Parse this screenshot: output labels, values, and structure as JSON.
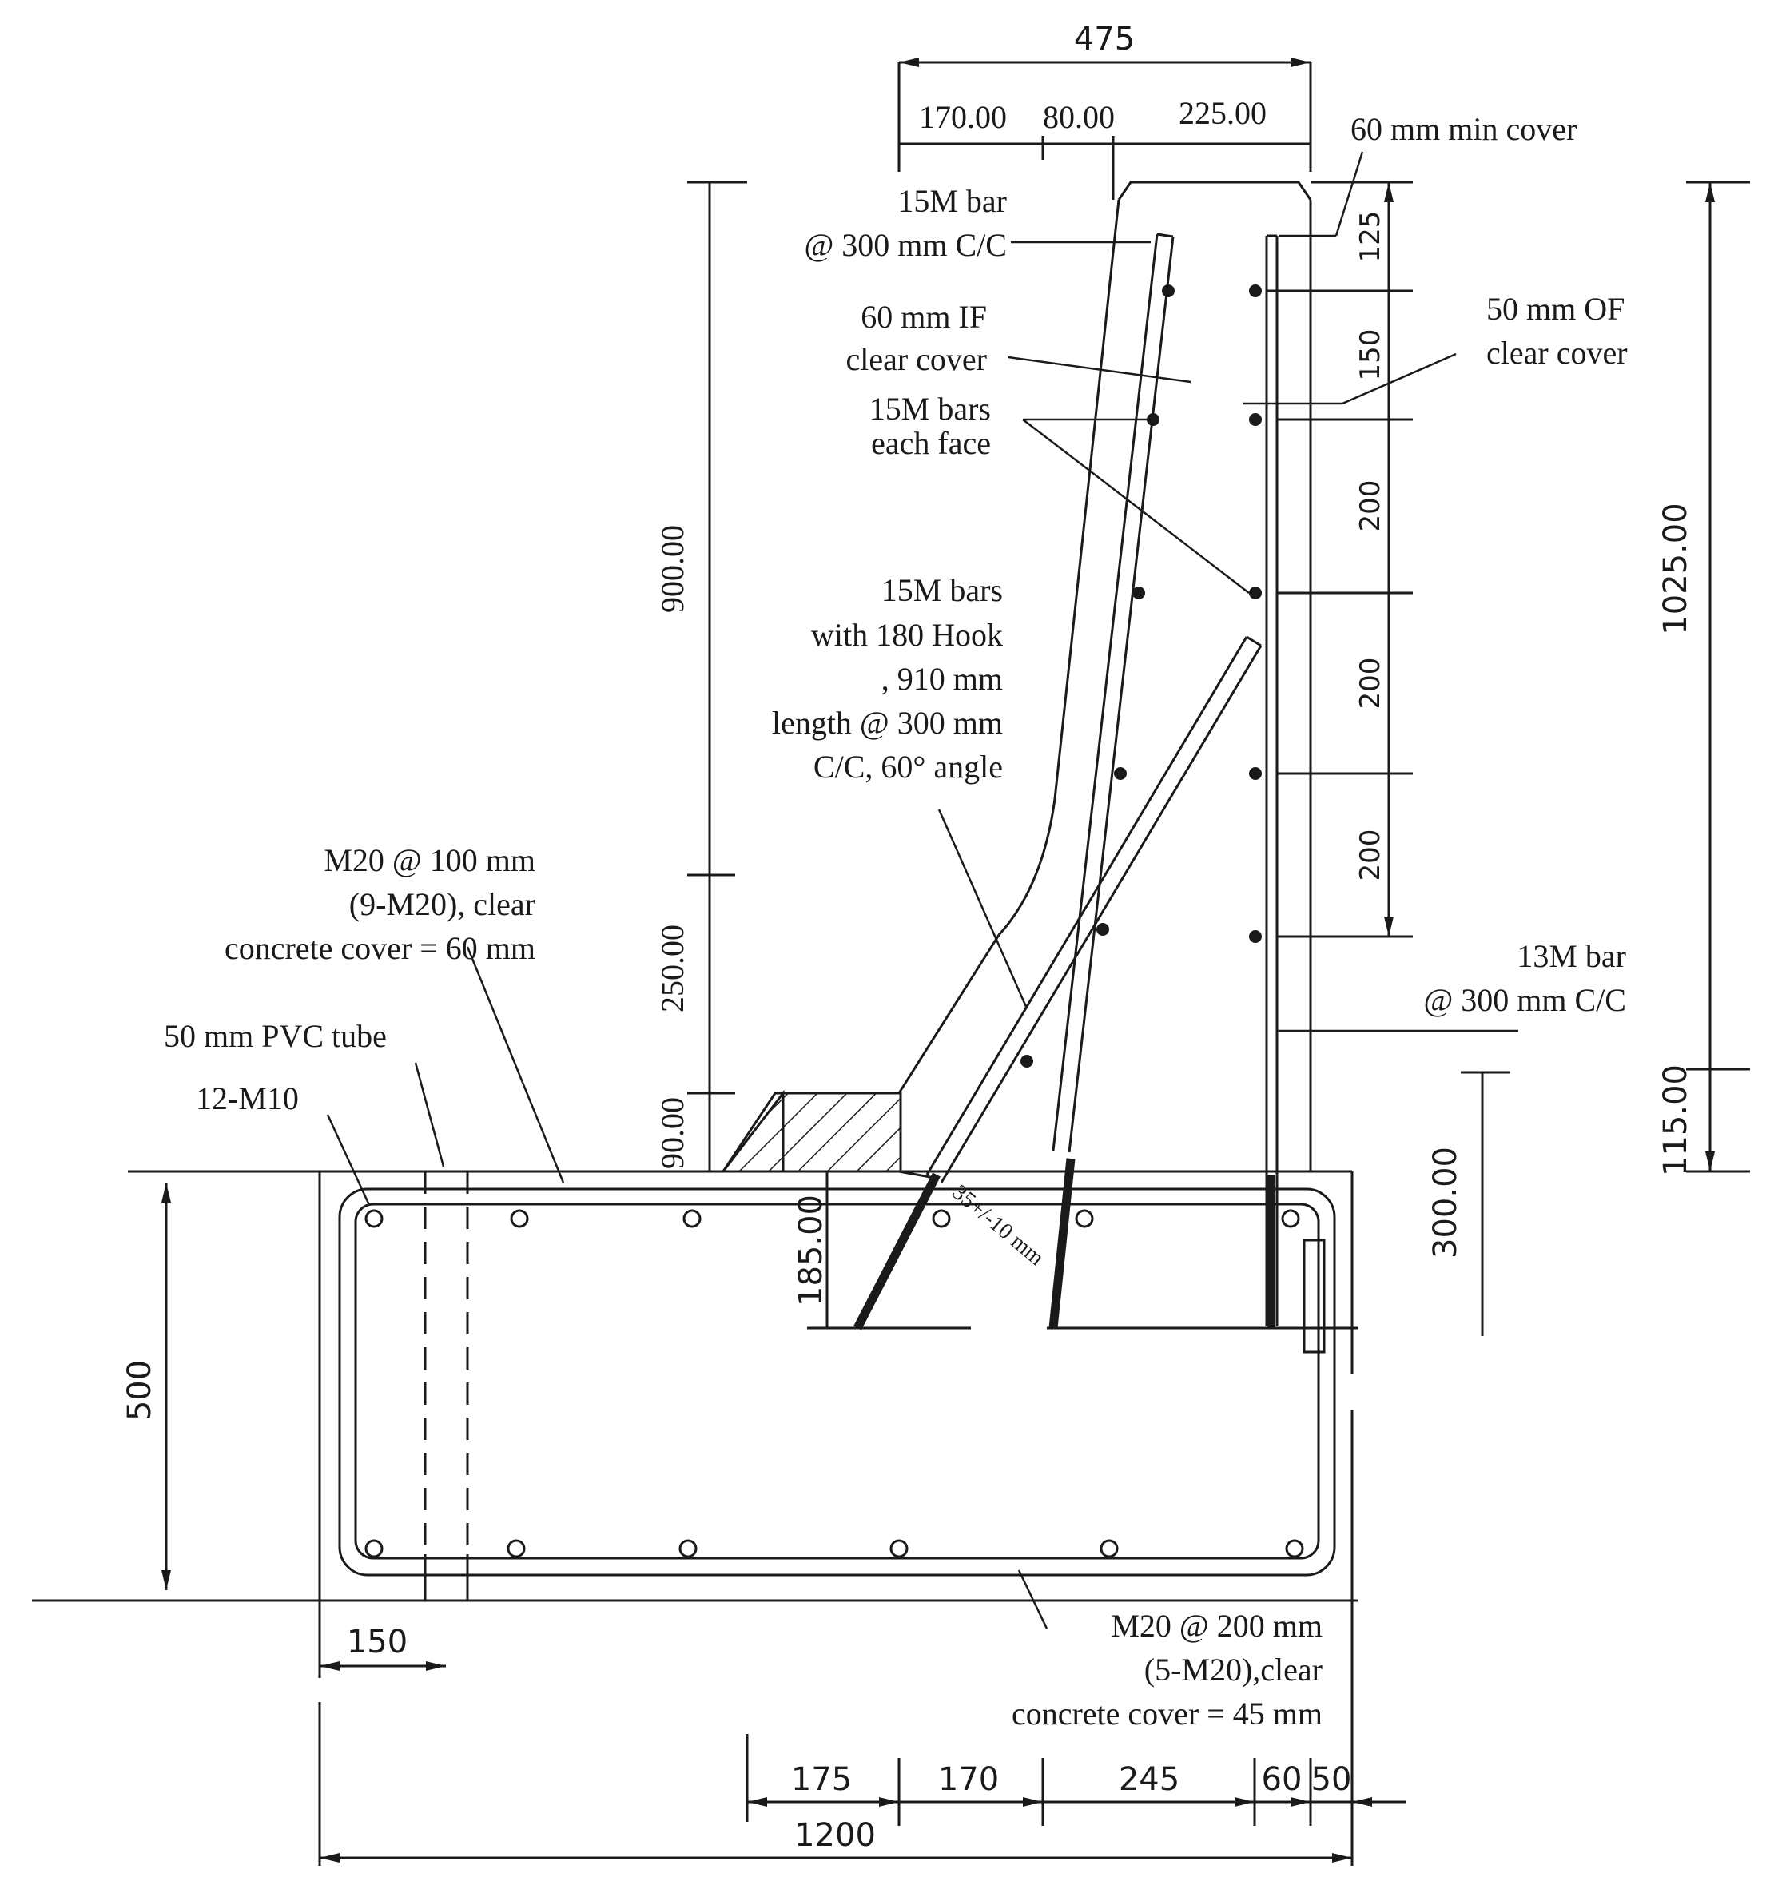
{
  "dimensions": {
    "top_total": "475",
    "top_part_1": "170.00",
    "top_part_2": "80.00",
    "top_part_3": "225.00",
    "wall_height": "900.00",
    "slope_height": "250.00",
    "curb_height": "90.00",
    "total_height": "1025.00",
    "base_height": "115.00",
    "anchor_depth": "300.00",
    "embed_depth": "185.00",
    "slab_thickness": "500",
    "tube_offset": "150",
    "bottom_1": "175",
    "bottom_2": "170",
    "bottom_3": "245",
    "bottom_4": "60",
    "bottom_5": "50",
    "overall_width": "1200",
    "spacing_1": "125",
    "spacing_2": "150",
    "spacing_3": "200",
    "spacing_4": "200",
    "spacing_5": "200",
    "angle_tolerance": "35+/-10 mm"
  },
  "labels": {
    "min_cover": "60 mm min cover",
    "top_bar": [
      "15M bar",
      "@ 300 mm C/C"
    ],
    "if_cover": [
      "60 mm IF",
      "clear cover"
    ],
    "of_cover": [
      "50 mm OF",
      "clear cover"
    ],
    "each_face": [
      "15M  bars",
      "each face"
    ],
    "hook_bars": [
      "15M bars",
      "with 180 Hook",
      ", 910 mm",
      "length @ 300 mm",
      "C/C, 60° angle"
    ],
    "top_slab_bars": [
      "M20 @ 100 mm",
      "(9-M20), clear",
      "concrete cover = 60 mm"
    ],
    "pvc_tube": "50 mm PVC tube",
    "m10": "12-M10",
    "stirrup_bar": [
      "13M  bar",
      "@ 300 mm C/C"
    ],
    "bottom_slab_bars": [
      "M20 @ 200 mm",
      "(5-M20),clear",
      "concrete cover = 45 mm"
    ]
  }
}
